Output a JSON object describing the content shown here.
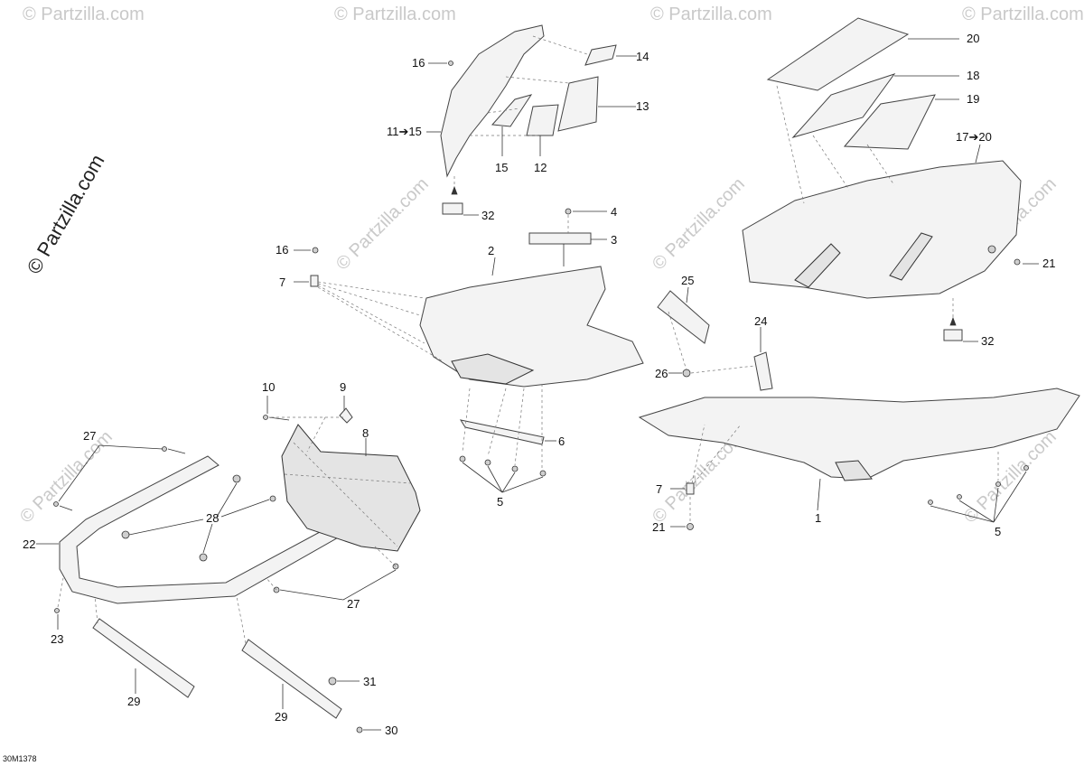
{
  "watermark": {
    "main_text": "© Partzilla.com",
    "faint_text": "© Partzilla.com"
  },
  "diagram_ref": "30M1378",
  "callouts": {
    "c20": "20",
    "c18": "18",
    "c19": "19",
    "c17_20": "17➔20",
    "c21a": "21",
    "c32a": "32",
    "c16a": "16",
    "c14": "14",
    "c13": "13",
    "c11_15": "11➔15",
    "c15": "15",
    "c12": "12",
    "c32b": "32",
    "c4": "4",
    "c3": "3",
    "c2": "2",
    "c16b": "16",
    "c7a": "7",
    "c25": "25",
    "c24": "24",
    "c26": "26",
    "c10": "10",
    "c9": "9",
    "c8": "8",
    "c27a": "27",
    "c28": "28",
    "c22": "22",
    "c27b": "27",
    "c23": "23",
    "c29a": "29",
    "c29b": "29",
    "c31": "31",
    "c30": "30",
    "c6": "6",
    "c5a": "5",
    "c1": "1",
    "c7b": "7",
    "c21b": "21",
    "c5b": "5"
  }
}
